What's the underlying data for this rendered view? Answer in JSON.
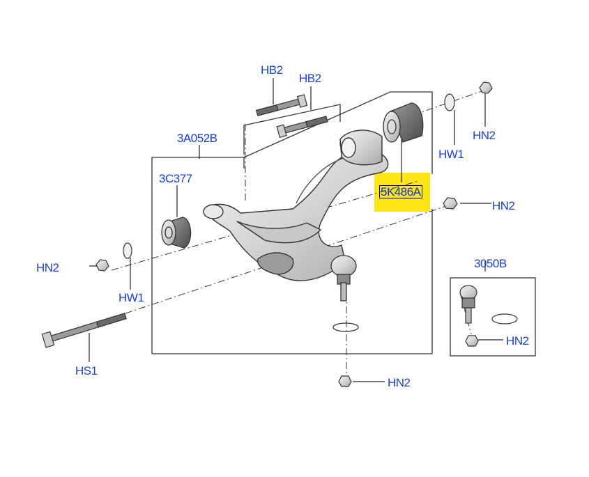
{
  "labels": {
    "hb2_a": "HB2",
    "hb2_b": "HB2",
    "a3052b": "3A052B",
    "c3377": "3C377",
    "k5486a": "5K486A",
    "hw1_right": "HW1",
    "hn2_top_right": "HN2",
    "hn2_right": "HN2",
    "hn2_left": "HN2",
    "hw1_left": "HW1",
    "hs1": "HS1",
    "b3050": "3050B",
    "hn2_kit": "HN2",
    "hn2_bottom": "HN2"
  },
  "colors": {
    "label": "#1a3fd8",
    "highlight": "#ffe617",
    "line": "#222222"
  }
}
